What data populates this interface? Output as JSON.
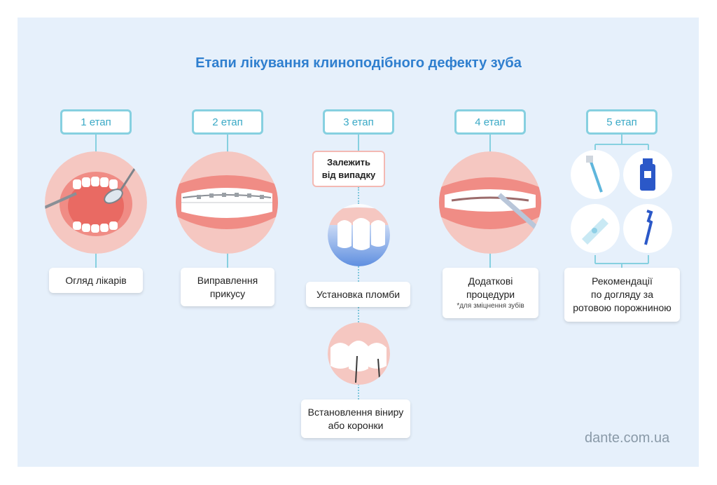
{
  "title": "Етапи лікування клиноподібного дефекту зуба",
  "stages": [
    {
      "label": "1 етап",
      "card": "Огляд лікарів"
    },
    {
      "label": "2 етап",
      "card_line1": "Виправлення",
      "card_line2": "прикусу"
    },
    {
      "label": "3 етап",
      "depends_line1": "Залежить",
      "depends_line2": "від випадку",
      "option1": "Установка пломби",
      "option2_line1": "Встановлення віниру",
      "option2_line2": "або коронки"
    },
    {
      "label": "4 етап",
      "card_line1": "Додаткові",
      "card_line2": "процедури",
      "note": "*для зміцнення зубів"
    },
    {
      "label": "5 етап",
      "card_line1": "Рекомендації",
      "card_line2": "по догляду за",
      "card_line3": "ротовою порожниною"
    }
  ],
  "icons": [
    "dental-mirror-icon",
    "braces-icon",
    "filled-tooth-icon",
    "veneer-icon",
    "whitening-brush-icon",
    "toothbrush-icon",
    "mouthwash-icon",
    "toothpaste-icon",
    "floss-pick-icon"
  ],
  "colors": {
    "panel": "#e6f0fb",
    "title": "#2f7fcf",
    "stage_border": "#86d0e0",
    "stage_text": "#3aa9c6",
    "gum": "#f5c7c1",
    "lip": "#f08c85"
  },
  "watermark": "dante.com.ua"
}
